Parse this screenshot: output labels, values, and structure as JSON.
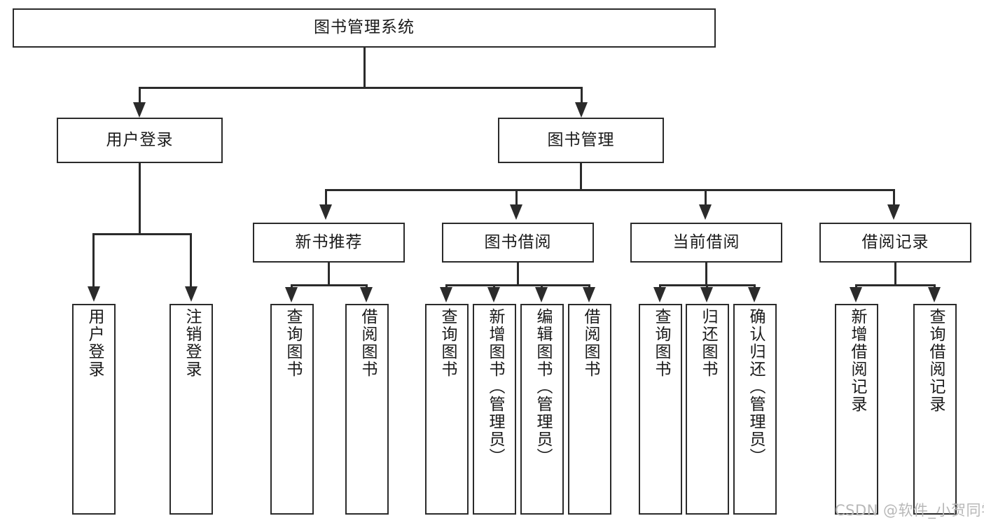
{
  "diagram": {
    "type": "tree-hierarchy-chart",
    "root": {
      "label": "图书管理系统"
    },
    "level2": [
      {
        "label": "用户登录"
      },
      {
        "label": "图书管理"
      }
    ],
    "level3": [
      {
        "label": "新书推荐"
      },
      {
        "label": "图书借阅"
      },
      {
        "label": "当前借阅"
      },
      {
        "label": "借阅记录"
      }
    ],
    "leaves": {
      "user_login": [
        {
          "label": "用户登录"
        },
        {
          "label": "注销登录"
        }
      ],
      "new_book_recommend": [
        {
          "label": "查询图书"
        },
        {
          "label": "借阅图书"
        }
      ],
      "book_borrow": [
        {
          "label": "查询图书"
        },
        {
          "label": "新增图书（管理员）"
        },
        {
          "label": "编辑图书（管理员）"
        },
        {
          "label": "借阅图书"
        }
      ],
      "current_borrow": [
        {
          "label": "查询图书"
        },
        {
          "label": "归还图书"
        },
        {
          "label": "确认归还（管理员）"
        }
      ],
      "borrow_record": [
        {
          "label": "新增借阅记录"
        },
        {
          "label": "查询借阅记录"
        }
      ]
    },
    "watermark": "CSDN @软件_小贺同学",
    "colors": {
      "stroke": "#2b2b2b",
      "fill": "#ffffff",
      "text": "#1a1a1a",
      "watermark": "#b8b8b8"
    }
  }
}
